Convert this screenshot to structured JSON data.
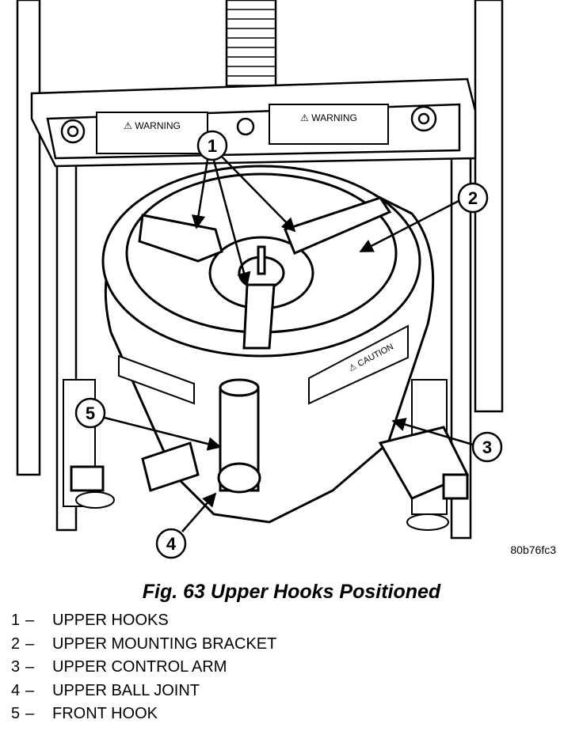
{
  "figure": {
    "code": "80b76fc3",
    "caption": "Fig. 63 Upper Hooks Positioned",
    "labels": {
      "warning": "⚠ WARNING",
      "caution": "⚠ CAUTION"
    },
    "callouts": [
      "1",
      "2",
      "3",
      "4",
      "5"
    ],
    "legend": [
      {
        "num": "1",
        "dash": "–",
        "text": "UPPER HOOKS"
      },
      {
        "num": "2",
        "dash": "–",
        "text": "UPPER MOUNTING BRACKET"
      },
      {
        "num": "3",
        "dash": "–",
        "text": "UPPER CONTROL ARM"
      },
      {
        "num": "4",
        "dash": "–",
        "text": "UPPER BALL JOINT"
      },
      {
        "num": "5",
        "dash": "–",
        "text": "FRONT HOOK"
      }
    ]
  }
}
